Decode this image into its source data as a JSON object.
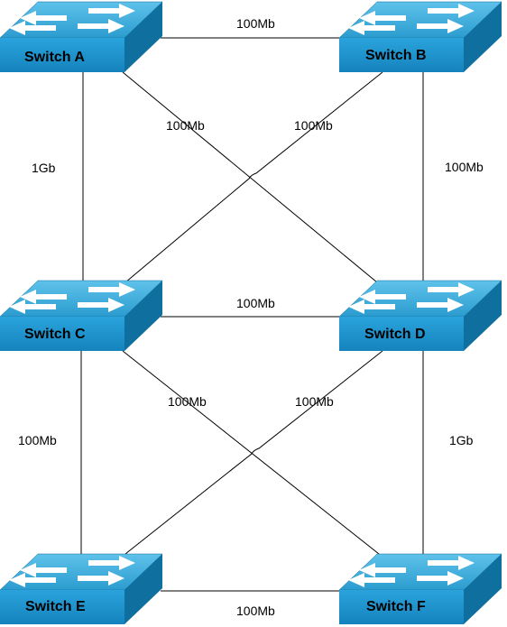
{
  "switches": [
    {
      "id": "A",
      "label": "Switch A"
    },
    {
      "id": "B",
      "label": "Switch B"
    },
    {
      "id": "C",
      "label": "Switch C"
    },
    {
      "id": "D",
      "label": "Switch D"
    },
    {
      "id": "E",
      "label": "Switch E"
    },
    {
      "id": "F",
      "label": "Switch F"
    }
  ],
  "links": [
    {
      "id": "A-B",
      "from": "A",
      "to": "B",
      "speed": "100Mb"
    },
    {
      "id": "A-D",
      "from": "A",
      "to": "D",
      "speed": "100Mb"
    },
    {
      "id": "B-C",
      "from": "B",
      "to": "C",
      "speed": "100Mb"
    },
    {
      "id": "A-C",
      "from": "A",
      "to": "C",
      "speed": "1Gb"
    },
    {
      "id": "B-D",
      "from": "B",
      "to": "D",
      "speed": "100Mb"
    },
    {
      "id": "C-D",
      "from": "C",
      "to": "D",
      "speed": "100Mb"
    },
    {
      "id": "C-F",
      "from": "C",
      "to": "F",
      "speed": "100Mb"
    },
    {
      "id": "D-E",
      "from": "D",
      "to": "E",
      "speed": "100Mb"
    },
    {
      "id": "C-E",
      "from": "C",
      "to": "E",
      "speed": "100Mb"
    },
    {
      "id": "D-F",
      "from": "D",
      "to": "F",
      "speed": "1Gb"
    },
    {
      "id": "E-F",
      "from": "E",
      "to": "F",
      "speed": "100Mb"
    }
  ],
  "colors": {
    "switch_top": "#3aa6d6",
    "switch_front": "#1a8fc8",
    "switch_side": "#0f6f9f",
    "arrow": "#ffffff",
    "line": "#000000"
  },
  "icons": {
    "switch": "network-switch-icon"
  }
}
